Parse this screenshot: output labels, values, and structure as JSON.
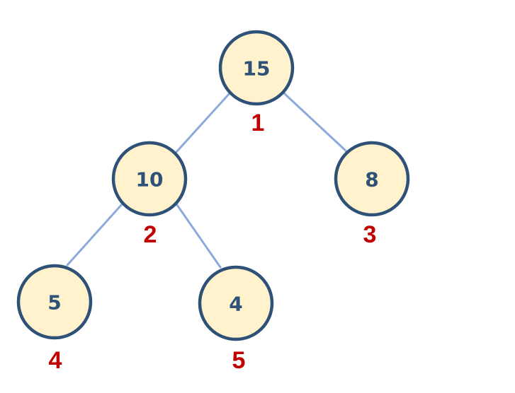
{
  "tree": {
    "nodes": [
      {
        "value": "15",
        "index": "1"
      },
      {
        "value": "10",
        "index": "2"
      },
      {
        "value": "8",
        "index": "3"
      },
      {
        "value": "5",
        "index": "4"
      },
      {
        "value": "4",
        "index": "5"
      }
    ],
    "edges": [
      {
        "from": "15",
        "to": "10"
      },
      {
        "from": "15",
        "to": "8"
      },
      {
        "from": "10",
        "to": "5"
      },
      {
        "from": "10",
        "to": "4"
      }
    ]
  },
  "colors": {
    "node_fill": "#fff2cc",
    "node_stroke": "#2e5177",
    "node_text": "#2e5177",
    "edge": "#8eaadb",
    "index_text": "#c00000"
  }
}
